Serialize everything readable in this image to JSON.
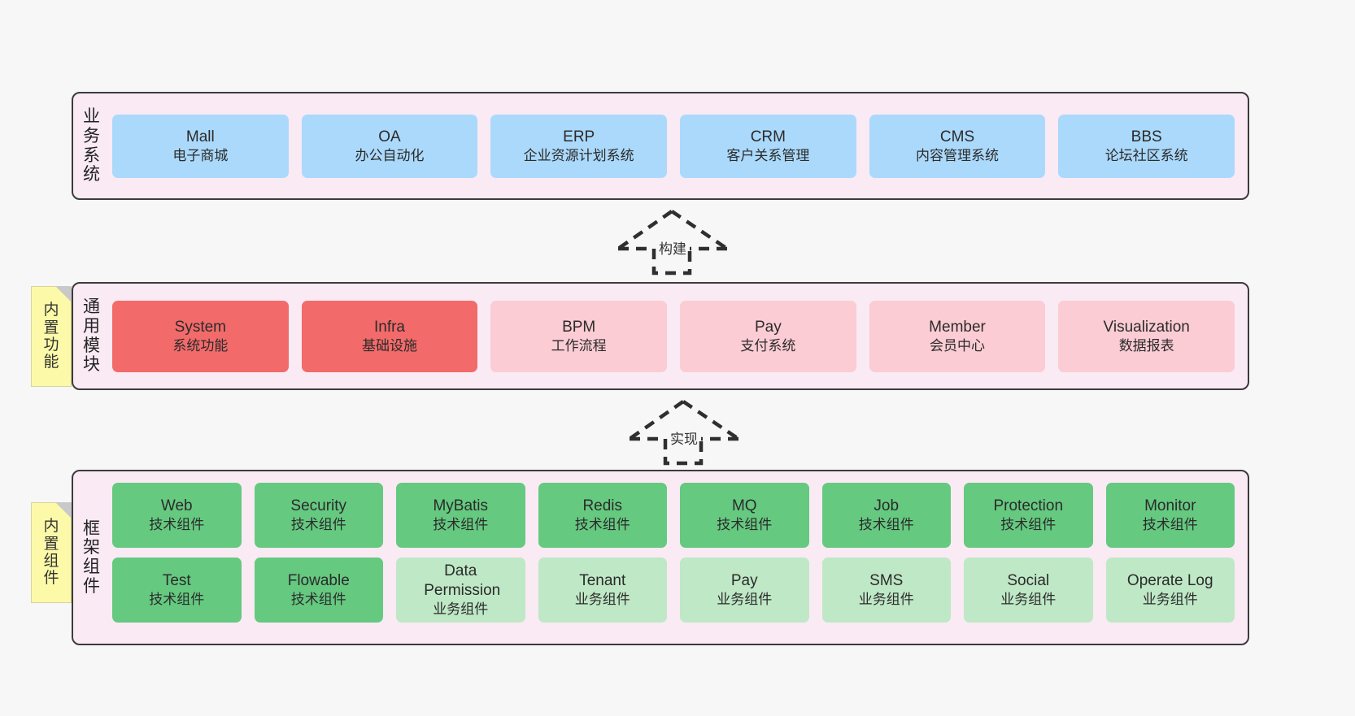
{
  "diagram": {
    "title_semantic": "ruoyi-vue-pro-architecture",
    "background": "#f7f7f7",
    "band_fill": "#f9eaf4",
    "band_border": "#3b3b3b"
  },
  "colors": {
    "blue": "#abd9fb",
    "red": "#f26a6a",
    "pink": "#fbccd4",
    "green": "#65c980",
    "green_light": "#bfe8c6",
    "note_yellow": "#fcfaa8",
    "fold_gray": "#c9c9c9"
  },
  "bands": [
    {
      "id": "business-systems",
      "title": "业务系统",
      "nodes": [
        {
          "name": "Mall",
          "desc": "电子商城",
          "color": "blue"
        },
        {
          "name": "OA",
          "desc": "办公自动化",
          "color": "blue"
        },
        {
          "name": "ERP",
          "desc": "企业资源计划系统",
          "color": "blue"
        },
        {
          "name": "CRM",
          "desc": "客户关系管理",
          "color": "blue"
        },
        {
          "name": "CMS",
          "desc": "内容管理系统",
          "color": "blue"
        },
        {
          "name": "BBS",
          "desc": "论坛社区系统",
          "color": "blue"
        }
      ]
    },
    {
      "id": "common-modules",
      "title": "通用模块",
      "note": "内置功能",
      "nodes": [
        {
          "name": "System",
          "desc": "系统功能",
          "color": "red"
        },
        {
          "name": "Infra",
          "desc": "基础设施",
          "color": "red"
        },
        {
          "name": "BPM",
          "desc": "工作流程",
          "color": "pink"
        },
        {
          "name": "Pay",
          "desc": "支付系统",
          "color": "pink"
        },
        {
          "name": "Member",
          "desc": "会员中心",
          "color": "pink"
        },
        {
          "name": "Visualization",
          "desc": "数据报表",
          "color": "pink"
        }
      ]
    },
    {
      "id": "framework-components",
      "title": "框架组件",
      "note": "内置组件",
      "rows": [
        [
          {
            "name": "Web",
            "desc": "技术组件",
            "color": "green"
          },
          {
            "name": "Security",
            "desc": "技术组件",
            "color": "green"
          },
          {
            "name": "MyBatis",
            "desc": "技术组件",
            "color": "green"
          },
          {
            "name": "Redis",
            "desc": "技术组件",
            "color": "green"
          },
          {
            "name": "MQ",
            "desc": "技术组件",
            "color": "green"
          },
          {
            "name": "Job",
            "desc": "技术组件",
            "color": "green"
          },
          {
            "name": "Protection",
            "desc": "技术组件",
            "color": "green"
          },
          {
            "name": "Monitor",
            "desc": "技术组件",
            "color": "green"
          }
        ],
        [
          {
            "name": "Test",
            "desc": "技术组件",
            "color": "green"
          },
          {
            "name": "Flowable",
            "desc": "技术组件",
            "color": "green"
          },
          {
            "name": "Data Permission",
            "desc": "业务组件",
            "color": "green_light"
          },
          {
            "name": "Tenant",
            "desc": "业务组件",
            "color": "green_light"
          },
          {
            "name": "Pay",
            "desc": "业务组件",
            "color": "green_light"
          },
          {
            "name": "SMS",
            "desc": "业务组件",
            "color": "green_light"
          },
          {
            "name": "Social",
            "desc": "业务组件",
            "color": "green_light"
          },
          {
            "name": "Operate Log",
            "desc": "业务组件",
            "color": "green_light"
          }
        ]
      ]
    }
  ],
  "connectors": [
    {
      "id": "build",
      "label": "构建",
      "style": "dashed-hollow-arrow-up"
    },
    {
      "id": "implement",
      "label": "实现",
      "style": "dashed-hollow-arrow-up"
    }
  ]
}
